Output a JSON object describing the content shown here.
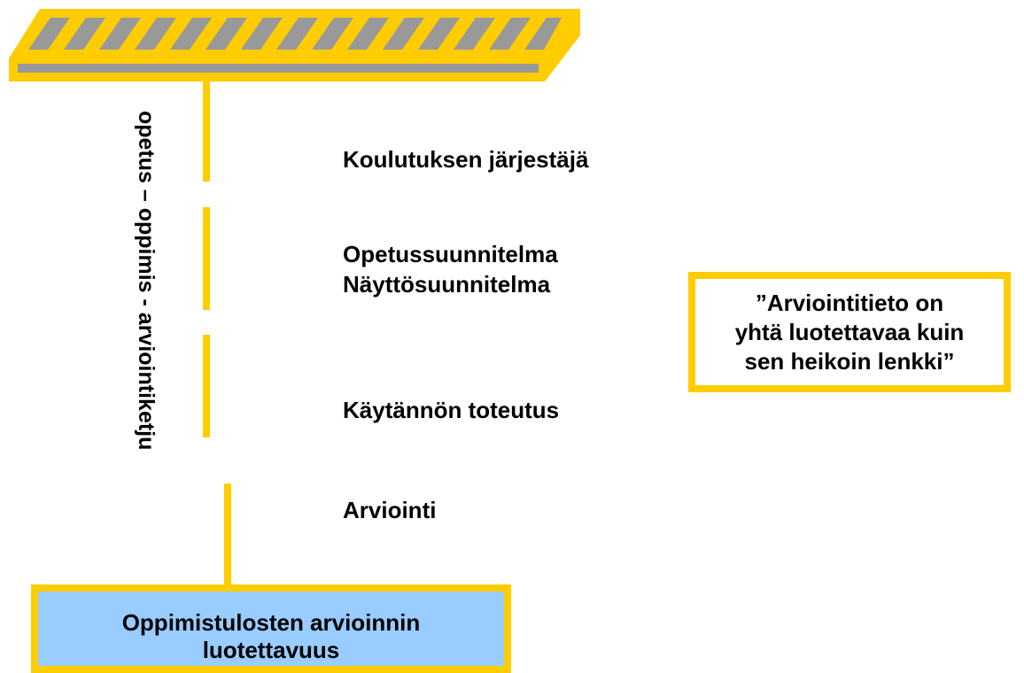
{
  "diagram": {
    "vertical_label": "opetus – oppimis - arviointiketju",
    "levels": [
      {
        "label": "Koulutuksen järjestäjä"
      },
      {
        "label": "Opetussuunnitelma"
      },
      {
        "label": "Näyttösuunnitelma"
      },
      {
        "label": "Käytännön toteutus"
      },
      {
        "label": "Arviointi"
      }
    ],
    "quote": "”Arviointitieto on\nyhtä luotettavaa  kuin\nsen heikoin lenkki”",
    "result": "Oppimistulosten arvioinnin\nluotettavuus"
  },
  "colors": {
    "accent": "#ffcc00",
    "bar_gray": "#999999",
    "result_fill": "#99ccff"
  }
}
